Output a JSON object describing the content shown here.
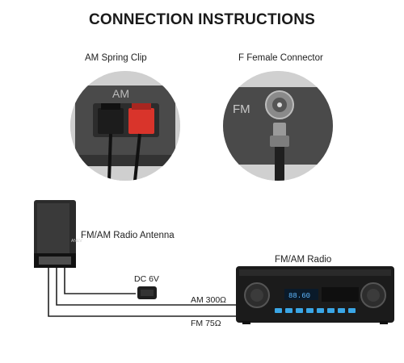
{
  "title": "CONNECTION INSTRUCTIONS",
  "am_clip": {
    "caption": "AM Spring Clip",
    "panel_label": "AM"
  },
  "fm_connector": {
    "caption": "F Female Connector",
    "panel_label": "FM"
  },
  "antenna": {
    "label": "FM/AM Radio Antenna",
    "brand": "ANEV"
  },
  "adapter": {
    "label": "DC 6V"
  },
  "radio": {
    "label": "FM/AM Radio",
    "display": "88.60"
  },
  "cables": {
    "am": "AM 300Ω",
    "fm": "FM 75Ω"
  },
  "colors": {
    "panel": "#4a4a4a",
    "clip_red": "#d9342b",
    "clip_black": "#1c1c1c",
    "radio_body": "#1b1b1b",
    "led_blue": "#3aa6e6",
    "cable": "#222222"
  }
}
